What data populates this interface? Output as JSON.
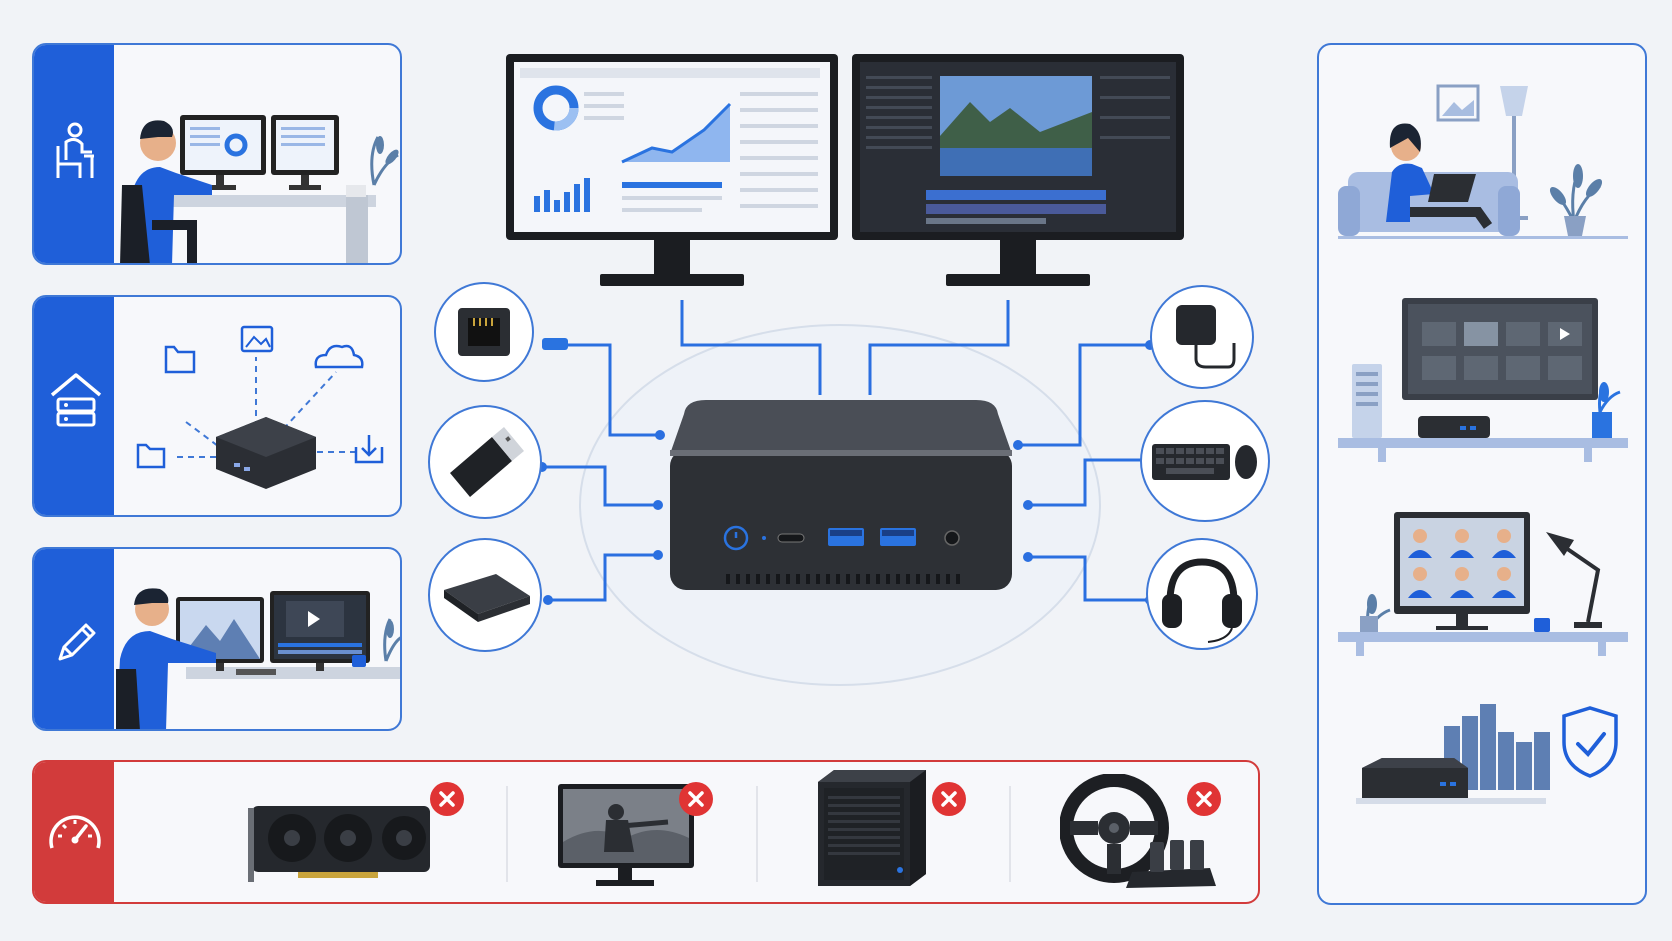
{
  "colors": {
    "accent_blue": "#1f5fd9",
    "accent_red": "#d23b3b",
    "device_dark": "#2d3035",
    "background": "#f1f3f7"
  },
  "left_cards": [
    {
      "icon": "person-at-desk-icon",
      "scene": "office-worker-dual-monitors"
    },
    {
      "icon": "home-server-icon",
      "scene": "file-media-server"
    },
    {
      "icon": "pencil-icon",
      "scene": "creative-editing"
    }
  ],
  "bottom_card": {
    "icon": "speedometer-icon",
    "not_suitable": [
      "graphics-card",
      "fps-gaming-monitor",
      "tower-pc",
      "racing-wheel"
    ]
  },
  "right_panel": [
    "home-laptop",
    "media-center-tv",
    "video-conference",
    "secure-compact-server"
  ],
  "peripherals_left": [
    "ethernet-port",
    "usb-dongle",
    "external-ssd"
  ],
  "peripherals_right": [
    "power-adapter",
    "keyboard-mouse",
    "headphones"
  ]
}
